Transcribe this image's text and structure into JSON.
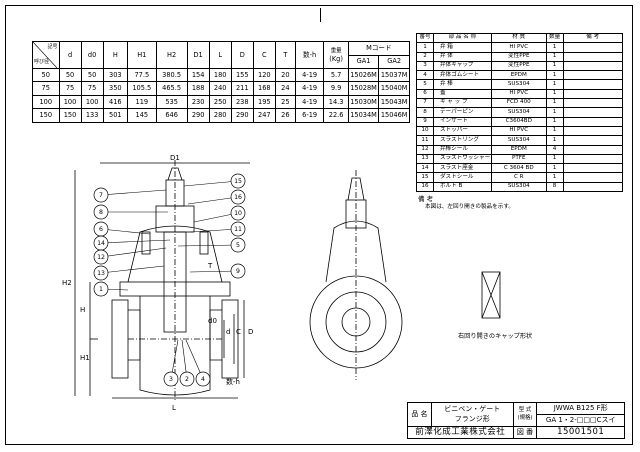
{
  "dimension_table": {
    "corner_top": "記号",
    "corner_bottom": "呼び径",
    "headers": [
      "d",
      "d0",
      "H",
      "H1",
      "H2",
      "D1",
      "L",
      "D",
      "C",
      "T",
      "数-h"
    ],
    "weight_header_line1": "重量",
    "weight_header_line2": "(Kg)",
    "mcode_header": "Mコード",
    "mcode_sub": [
      "GA1",
      "GA2"
    ],
    "rows": [
      [
        "50",
        "50",
        "50",
        "303",
        "77.5",
        "380.5",
        "154",
        "180",
        "155",
        "120",
        "20",
        "4-19",
        "5.7",
        "15026M",
        "15037M"
      ],
      [
        "75",
        "75",
        "75",
        "350",
        "105.5",
        "465.5",
        "188",
        "240",
        "211",
        "168",
        "24",
        "4-19",
        "9.9",
        "15028M",
        "15040M"
      ],
      [
        "100",
        "100",
        "100",
        "416",
        "119",
        "535",
        "230",
        "250",
        "238",
        "195",
        "25",
        "4-19",
        "14.3",
        "15030M",
        "15043M"
      ],
      [
        "150",
        "150",
        "133",
        "501",
        "145",
        "646",
        "290",
        "280",
        "290",
        "247",
        "26",
        "6-19",
        "22.6",
        "15034M",
        "15046M"
      ]
    ]
  },
  "parts_table": {
    "headers": [
      "番号",
      "部 品 名 称",
      "材 質",
      "数量",
      "備 考"
    ],
    "rows": [
      [
        "1",
        "弁 箱",
        "HI PVC",
        "1",
        ""
      ],
      [
        "2",
        "弁 体",
        "変性PPE",
        "1",
        ""
      ],
      [
        "3",
        "弁体キャップ",
        "変性PPE",
        "1",
        ""
      ],
      [
        "4",
        "弁体ゴムシート",
        "EPDM",
        "1",
        ""
      ],
      [
        "5",
        "弁 棒",
        "SUS304",
        "1",
        ""
      ],
      [
        "6",
        "蓋",
        "HI PVC",
        "1",
        ""
      ],
      [
        "7",
        "キ ャ ッ プ",
        "FCD 400",
        "1",
        ""
      ],
      [
        "8",
        "テーパーピン",
        "SUS304",
        "1",
        ""
      ],
      [
        "9",
        "インサート",
        "C3604BD",
        "1",
        ""
      ],
      [
        "10",
        "ストッパー",
        "HI PVC",
        "1",
        ""
      ],
      [
        "11",
        "スラストリング",
        "SUS304",
        "1",
        ""
      ],
      [
        "12",
        "弁棒シール",
        "EPDM",
        "4",
        ""
      ],
      [
        "13",
        "スラストワッシャー",
        "PTFE",
        "1",
        ""
      ],
      [
        "14",
        "スラスト座金",
        "C 3604 BD",
        "1",
        ""
      ],
      [
        "15",
        "ダストシール",
        "C R",
        "1",
        ""
      ],
      [
        "16",
        "ボルト B",
        "SUS304",
        "8",
        ""
      ]
    ]
  },
  "notes": {
    "heading": "備 考",
    "body": "本図は、左回り開きの製品を示す。"
  },
  "cap_label": "右回り開きのキャップ形状",
  "drawing_labels": {
    "D1": "D1",
    "H2": "H2",
    "H": "H",
    "H1": "H1",
    "d": "d",
    "d0": "d0",
    "C": "C",
    "D": "D",
    "T": "T",
    "L": "L",
    "count_h": "数-h"
  },
  "callouts_left": [
    "7",
    "8",
    "6",
    "14",
    "12",
    "13",
    "1"
  ],
  "callouts_right": [
    "15",
    "16",
    "10",
    "11",
    "5",
    "9"
  ],
  "callouts_bottom": [
    "3",
    "2",
    "4"
  ],
  "title_block": {
    "name_label": "品 名",
    "name_line1": "ビニベン・ゲート",
    "name_line2": "フランジ形",
    "spec_label_line1": "型 式",
    "spec_label_line2": "(規格)",
    "spec_line1": "JWWA B125 F形",
    "spec_line2": "GA 1・2-□□□Cスイ",
    "company": "前澤化成工業株式会社",
    "drawing_no_label": "図 番",
    "drawing_no": "15001501"
  }
}
